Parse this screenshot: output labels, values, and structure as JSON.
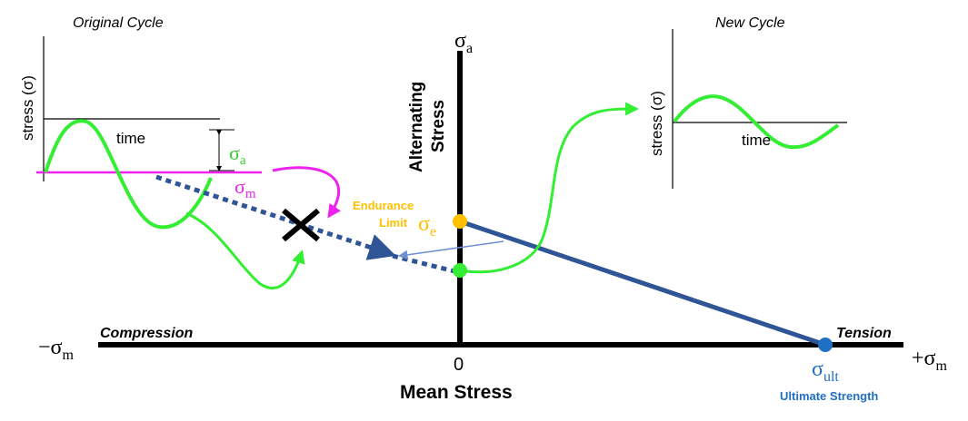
{
  "panels": {
    "original_title": "Original Cycle",
    "new_title": "New Cycle",
    "stress_label": "stress (σ)",
    "time_label": "time"
  },
  "symbols": {
    "sigma": "σ",
    "sub_a": "a",
    "sub_m": "m",
    "sub_e": "e",
    "sub_ult": "ult",
    "neg_sigma": "−σ",
    "pos_sigma": "+σ"
  },
  "labels": {
    "alternating_line1": "Alternating",
    "alternating_line2": "Stress",
    "mean_stress": "Mean Stress",
    "zero": "0",
    "compression": "Compression",
    "tension": "Tension",
    "endurance_line1": "Endurance",
    "endurance_line2": "Limit",
    "ultimate_strength": "Ultimate Strength"
  },
  "colors": {
    "axis": "#000000",
    "goodman_line": "#2f5597",
    "green": "#33ee33",
    "magenta": "#ee22ee",
    "endurance": "#ffc000",
    "ultimate": "#1f6fc5",
    "thin_arrow": "#6f8fd0"
  }
}
